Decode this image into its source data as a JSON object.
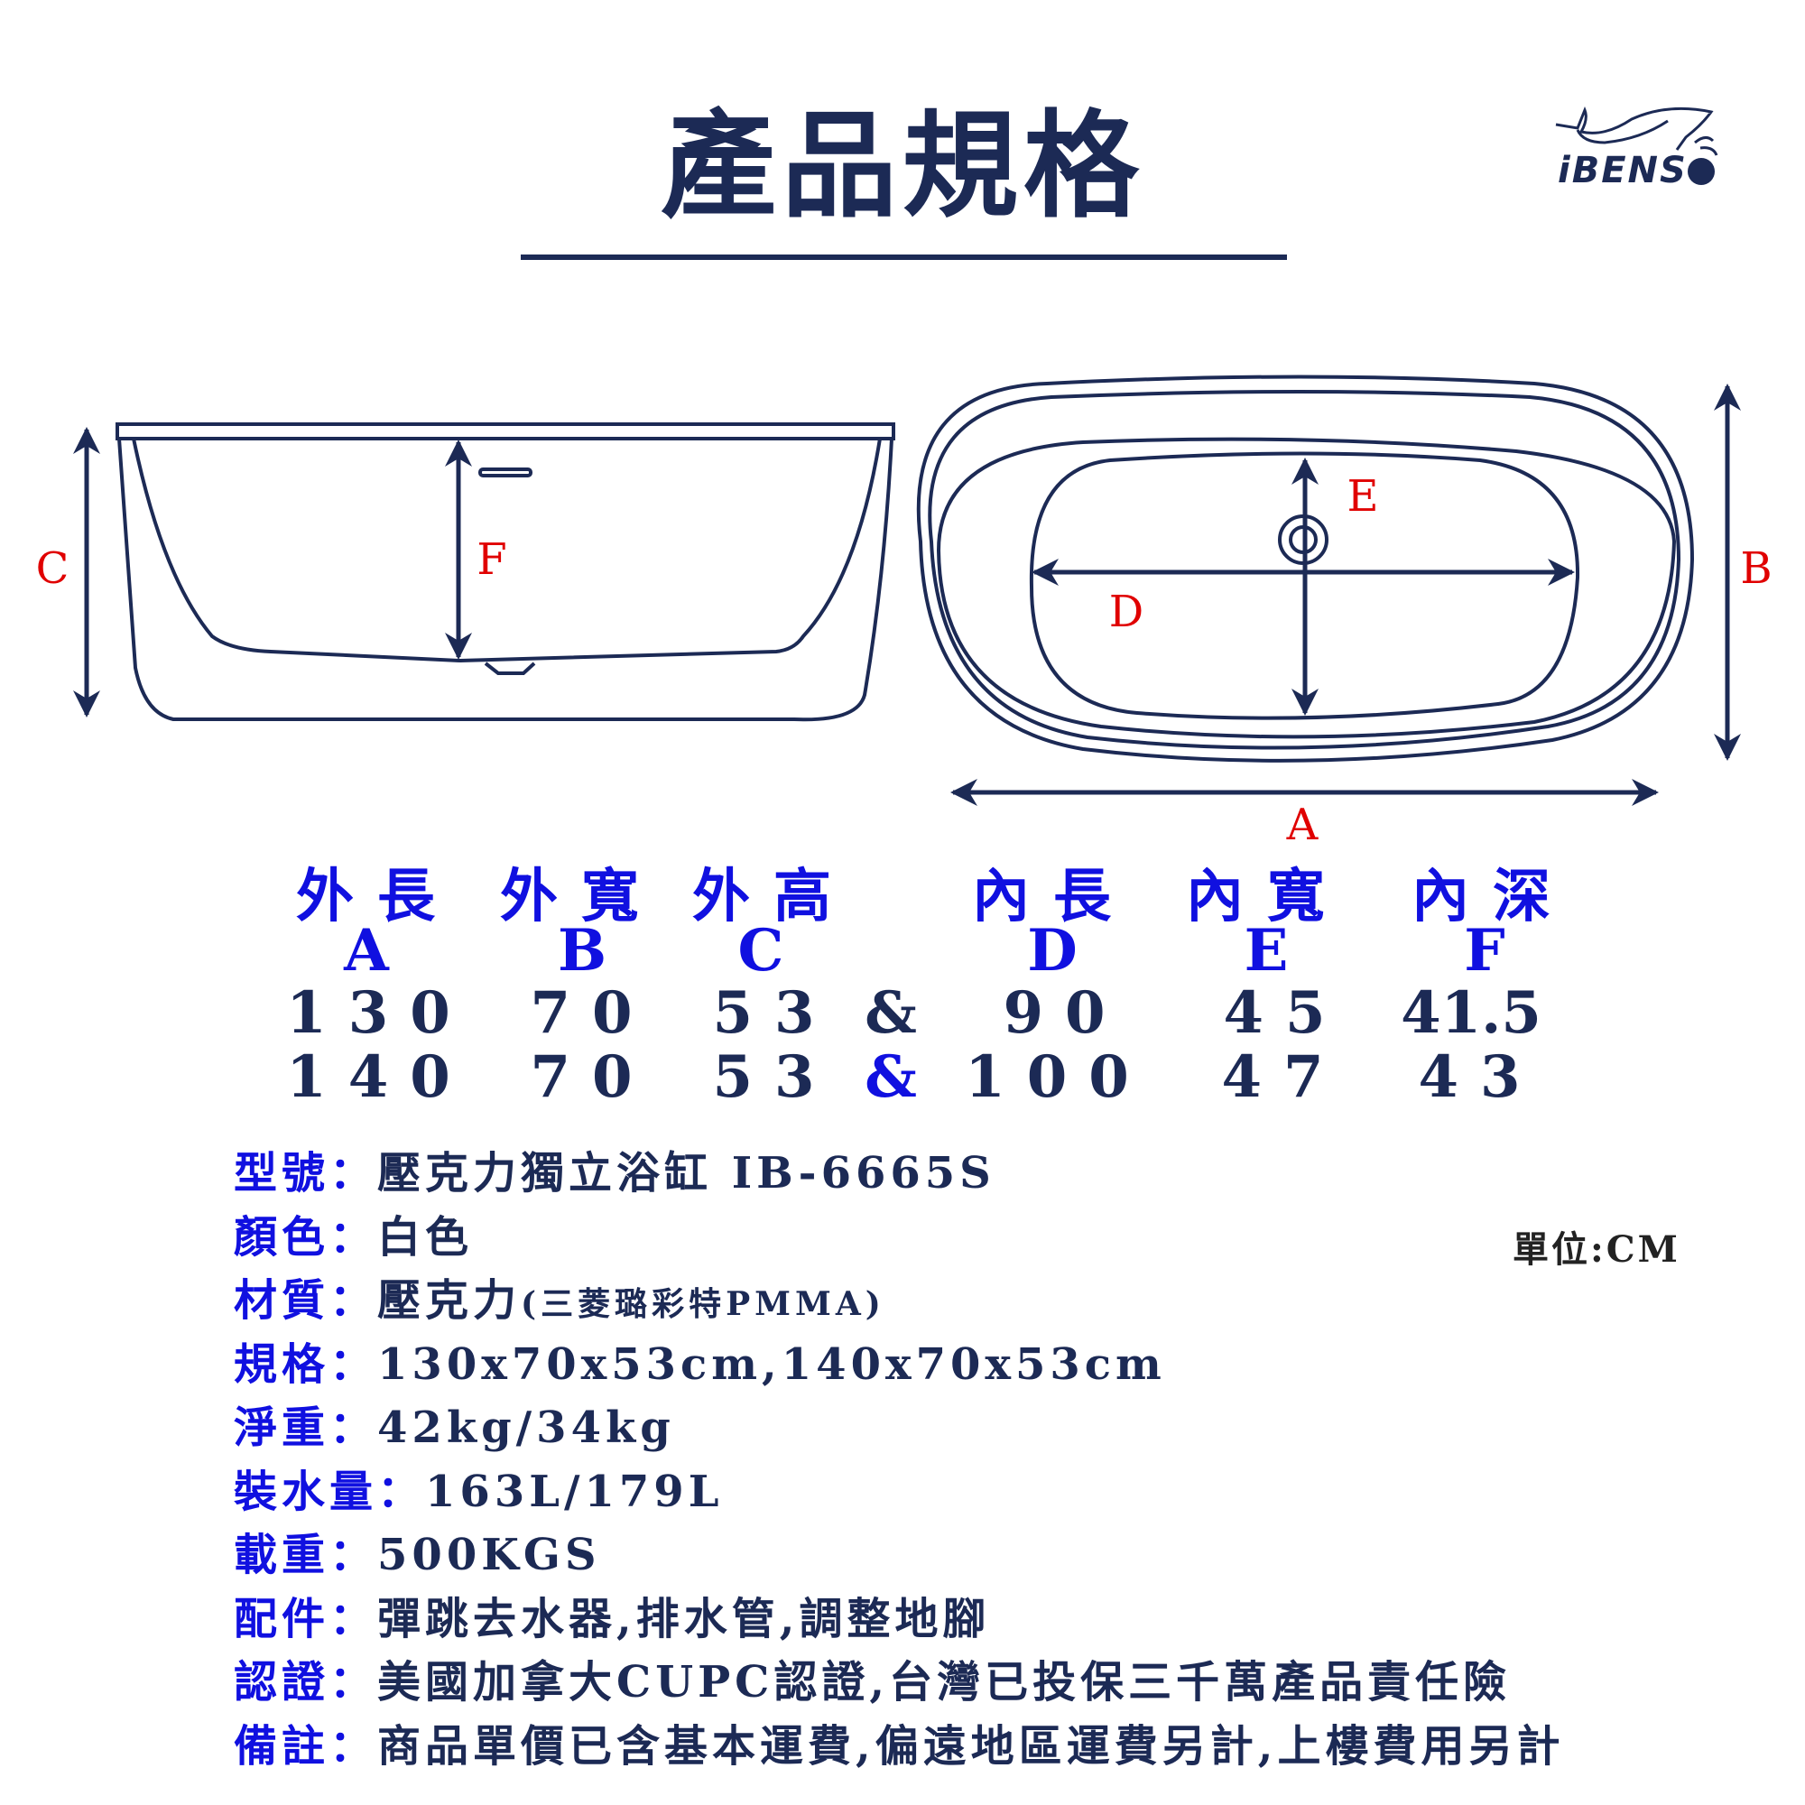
{
  "title": "產品規格",
  "logo": {
    "text": "iBENSO"
  },
  "diagram_labels": {
    "A": "A",
    "B": "B",
    "C": "C",
    "D": "D",
    "E": "E",
    "F": "F"
  },
  "dimensions": {
    "columns": [
      {
        "header": "外長",
        "letter": "A",
        "row1": "130",
        "row2": "140"
      },
      {
        "header": "外寬",
        "letter": "B",
        "row1": "70",
        "row2": "70"
      },
      {
        "header": "外高",
        "letter": "C",
        "row1": "53",
        "row2": "53"
      },
      {
        "header": "",
        "letter": "",
        "row1": "&",
        "row2": "&"
      },
      {
        "header": "內長",
        "letter": "D",
        "row1": "90",
        "row2": "100"
      },
      {
        "header": "內寬",
        "letter": "E",
        "row1": "45",
        "row2": "47"
      },
      {
        "header": "內深",
        "letter": "F",
        "row1": "41.5",
        "row2": "43"
      }
    ]
  },
  "unit": "單位:CM",
  "specs": [
    {
      "key": "型號：",
      "value": "壓克力獨立浴缸 IB-6665S"
    },
    {
      "key": "顏色：",
      "value": "白色"
    },
    {
      "key": "材質：",
      "value": "壓克力",
      "note": "(三菱璐彩特PMMA)"
    },
    {
      "key": "規格：",
      "value": "130x70x53cm,140x70x53cm"
    },
    {
      "key": "淨重：",
      "value": "42kg/34kg"
    },
    {
      "key": "裝水量：",
      "value": "163L/179L"
    },
    {
      "key": "載重：",
      "value": "500KGS"
    },
    {
      "key": "配件：",
      "value": "彈跳去水器,排水管,調整地腳"
    },
    {
      "key": "認證：",
      "value": "美國加拿大CUPC認證,台灣已投保三千萬產品責任險"
    },
    {
      "key": "備註：",
      "value": "商品單價已含基本運費,偏遠地區運費另計,上樓費用另計"
    }
  ],
  "colors": {
    "navy": "#1c2a55",
    "blue": "#1010e0",
    "red": "#e00000"
  }
}
